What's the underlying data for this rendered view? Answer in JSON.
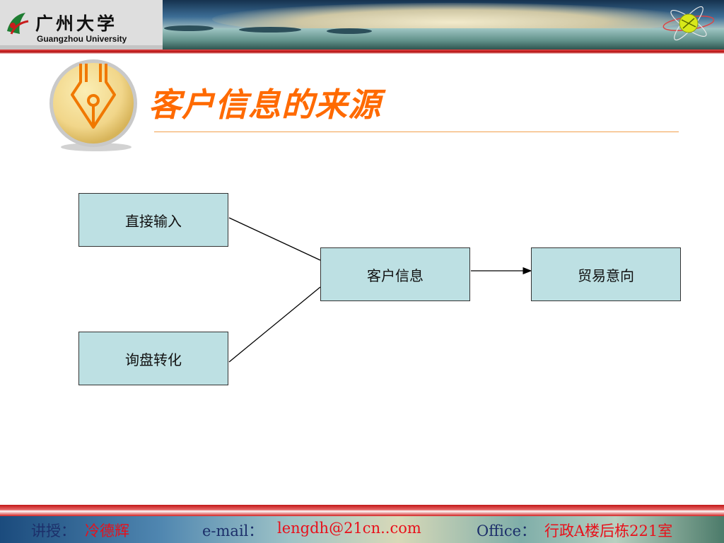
{
  "header": {
    "university_cn": "广州大学",
    "university_en": "Guangzhou University"
  },
  "title": "客户信息的来源",
  "diagram": {
    "nodes": {
      "direct_input": "直接输入",
      "inquiry_conversion": "询盘转化",
      "customer_info": "客户信息",
      "trade_intent": "贸易意向"
    }
  },
  "footer": {
    "lecturer_label": "讲授：",
    "lecturer_name": "冷德辉",
    "email_label": "e-mail：",
    "email_value": "lengdh@21cn..com",
    "office_label": "Office：",
    "office_value": "行政A楼后栋221室"
  },
  "colors": {
    "title": "#ff6a00",
    "node_fill": "#bde0e3",
    "footer_value": "#e8101a"
  }
}
